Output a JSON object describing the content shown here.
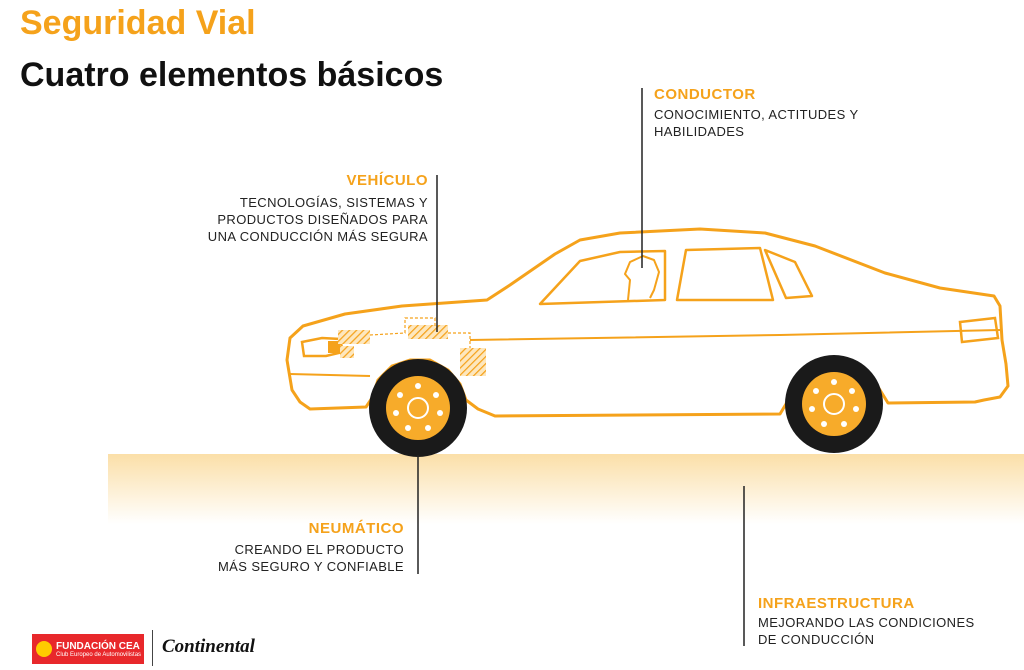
{
  "header": {
    "title": "Seguridad Vial",
    "subtitle": "Cuatro elementos básicos"
  },
  "labels": {
    "conductor": {
      "title": "CONDUCTOR",
      "lines": [
        "CONOCIMIENTO, ACTITUDES Y",
        "HABILIDADES"
      ]
    },
    "vehiculo": {
      "title": "VEHÍCULO",
      "lines": [
        "TECNOLOGÍAS, SISTEMAS Y",
        "PRODUCTOS DISEÑADOS PARA",
        "UNA CONDUCCIÓN MÁS SEGURA"
      ]
    },
    "neumatico": {
      "title": "NEUMÁTICO",
      "lines": [
        "CREANDO EL PRODUCTO",
        "MÁS SEGURO Y CONFIABLE"
      ]
    },
    "infraestructura": {
      "title": "INFRAESTRUCTURA",
      "lines": [
        "MEJORANDO LAS CONDICIONES",
        "DE CONDUCCIÓN"
      ]
    }
  },
  "footer": {
    "fundacion_name": "FUNDACIÓN CEA",
    "fundacion_tag": "Club Europeo de Automovilistas",
    "continental": "Continental"
  },
  "colors": {
    "accent": "#f5a21b",
    "road": "#fbe3b6",
    "tire": "#1a1a1a",
    "text": "#222222"
  }
}
